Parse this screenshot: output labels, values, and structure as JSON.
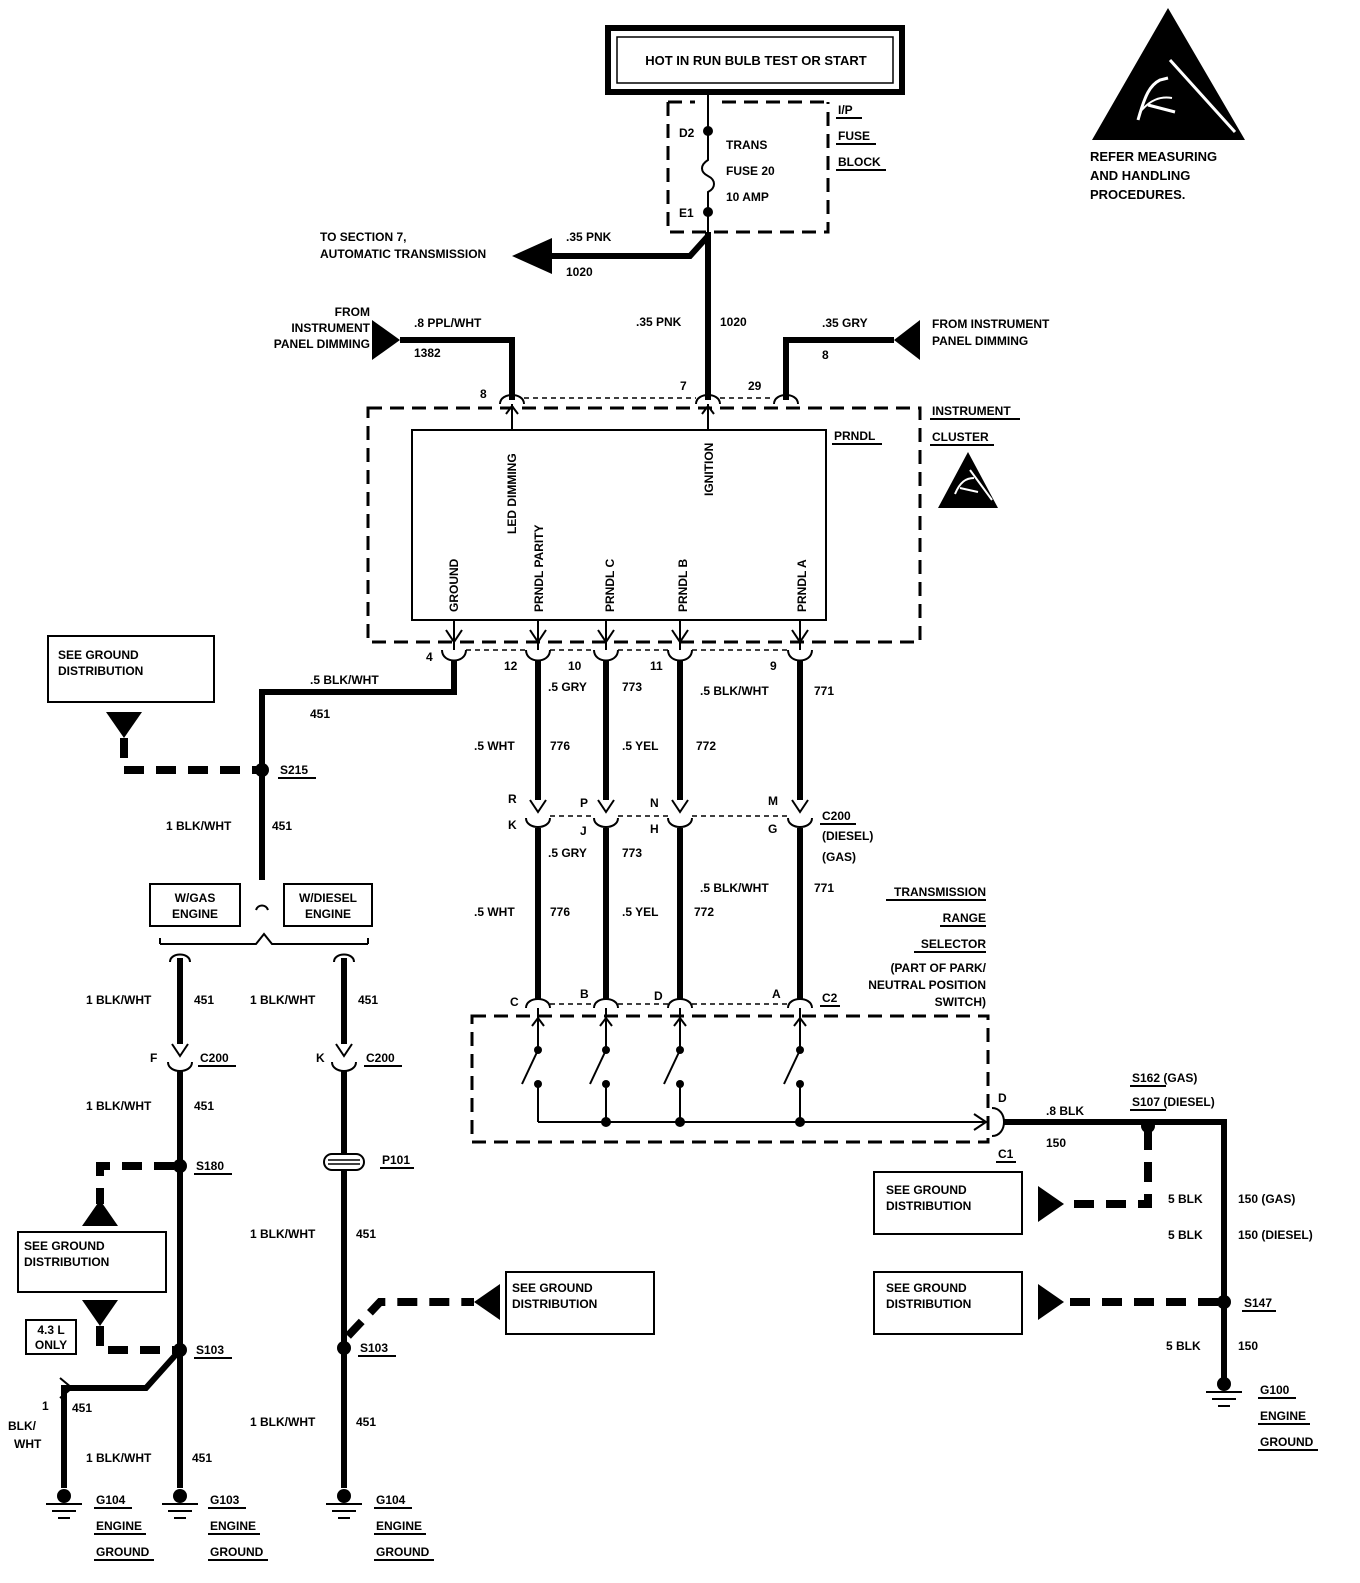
{
  "header": {
    "power_label": "HOT IN RUN BULB TEST OR START"
  },
  "esd_note": {
    "line1": "REFER MEASURING",
    "line2": "AND HANDLING",
    "line3": "PROCEDURES."
  },
  "fuse_block": {
    "title1": "I/P",
    "title2": "FUSE",
    "title3": "BLOCK",
    "pin_top": "D2",
    "pin_bottom": "E1",
    "fuse_name": "TRANS",
    "fuse_id": "FUSE 20",
    "rating": "10 AMP"
  },
  "section7": {
    "line1": "TO SECTION 7,",
    "line2": "AUTOMATIC TRANSMISSION",
    "wire": ".35 PNK",
    "circuit": "1020"
  },
  "dimming_left": {
    "line1": "FROM",
    "line2": "INSTRUMENT",
    "line3": "PANEL DIMMING",
    "wire": ".8 PPL/WHT",
    "circuit": "1382",
    "pin": "8"
  },
  "ignition_feed": {
    "wire": ".35 PNK",
    "circuit": "1020",
    "pin": "7"
  },
  "dimming_right": {
    "line1": "FROM INSTRUMENT",
    "line2": "PANEL DIMMING",
    "wire": ".35 GRY",
    "circuit": "8",
    "pin": "29"
  },
  "cluster": {
    "title1": "INSTRUMENT",
    "title2": "CLUSTER",
    "module": "PRNDL",
    "top_pins": [
      "LED DIMMING",
      "IGNITION"
    ],
    "bottom_pins": [
      "GROUND",
      "PRNDL PARITY",
      "PRNDL C",
      "PRNDL B",
      "PRNDL A"
    ],
    "pin_numbers": [
      "4",
      "12",
      "10",
      "11",
      "9"
    ]
  },
  "signal_wires_upper": [
    {
      "size": ".5 WHT",
      "circuit": "776"
    },
    {
      "size": ".5 GRY",
      "circuit": "773"
    },
    {
      "size": ".5 YEL",
      "circuit": "772"
    },
    {
      "size": ".5 BLK/WHT",
      "circuit": "771"
    },
    {
      "size": ".5 WHT",
      "circuit": "776"
    },
    {
      "size": ".5 YEL",
      "circuit": "772"
    }
  ],
  "c200_mid": {
    "diesel_pins": [
      "R",
      "P",
      "N",
      "M"
    ],
    "gas_pins": [
      "K",
      "J",
      "H",
      "G"
    ],
    "label": "C200",
    "diesel": "(DIESEL)",
    "gas": "(GAS)"
  },
  "signal_wires_lower": [
    {
      "size": ".5 GRY",
      "circuit": "773"
    },
    {
      "size": ".5 BLK/WHT",
      "circuit": "771"
    },
    {
      "size": ".5 WHT",
      "circuit": "776"
    },
    {
      "size": ".5 YEL",
      "circuit": "772"
    }
  ],
  "trs": {
    "line1": "TRANSMISSION",
    "line2": "RANGE",
    "line3": "SELECTOR",
    "line4": "(PART OF PARK/",
    "line5": "NEUTRAL POSITION",
    "line6": "SWITCH)",
    "pins": [
      "C",
      "B",
      "D",
      "A"
    ],
    "connector": "C2",
    "out_pin": "D",
    "out_connector": "C1"
  },
  "ground_left": {
    "see_ground_1": "SEE GROUND",
    "see_ground_2": "DISTRIBUTION",
    "wire_top": ".5 BLK/WHT",
    "circuit_top": "451",
    "splice_s215": "S215",
    "wire_mid": "1 BLK/WHT",
    "circuit_mid": "451",
    "gas_1": "W/GAS",
    "gas_2": "ENGINE",
    "diesel_1": "W/DIESEL",
    "diesel_2": "ENGINE"
  },
  "gas_branch": {
    "wire": "1 BLK/WHT",
    "circuit": "451",
    "c200_pin": "F",
    "c200": "C200",
    "s180": "S180",
    "s103": "S103",
    "option": "4.3 L",
    "option2": "ONLY",
    "side_num": "1",
    "side_circuit": "451",
    "side_wire_1": "BLK/",
    "side_wire_2": "WHT",
    "g104": "G104",
    "g103": "G103",
    "engine": "ENGINE",
    "ground": "GROUND"
  },
  "diesel_branch": {
    "wire": "1 BLK/WHT",
    "circuit": "451",
    "c200_pin": "K",
    "c200": "C200",
    "p101": "P101",
    "s103": "S103",
    "g104": "G104",
    "engine": "ENGINE",
    "ground": "GROUND"
  },
  "ground_right": {
    "wire": ".8 BLK",
    "circuit": "150",
    "s162": "S162 (GAS)",
    "s107": "S107 (DIESEL)",
    "w_gas": "5 BLK",
    "c_gas": "150 (GAS)",
    "w_diesel": "5 BLK",
    "c_diesel": "150 (DIESEL)",
    "s147": "S147",
    "w_low": "5 BLK",
    "c_low": "150",
    "g100": "G100",
    "engine": "ENGINE",
    "ground": "GROUND"
  }
}
